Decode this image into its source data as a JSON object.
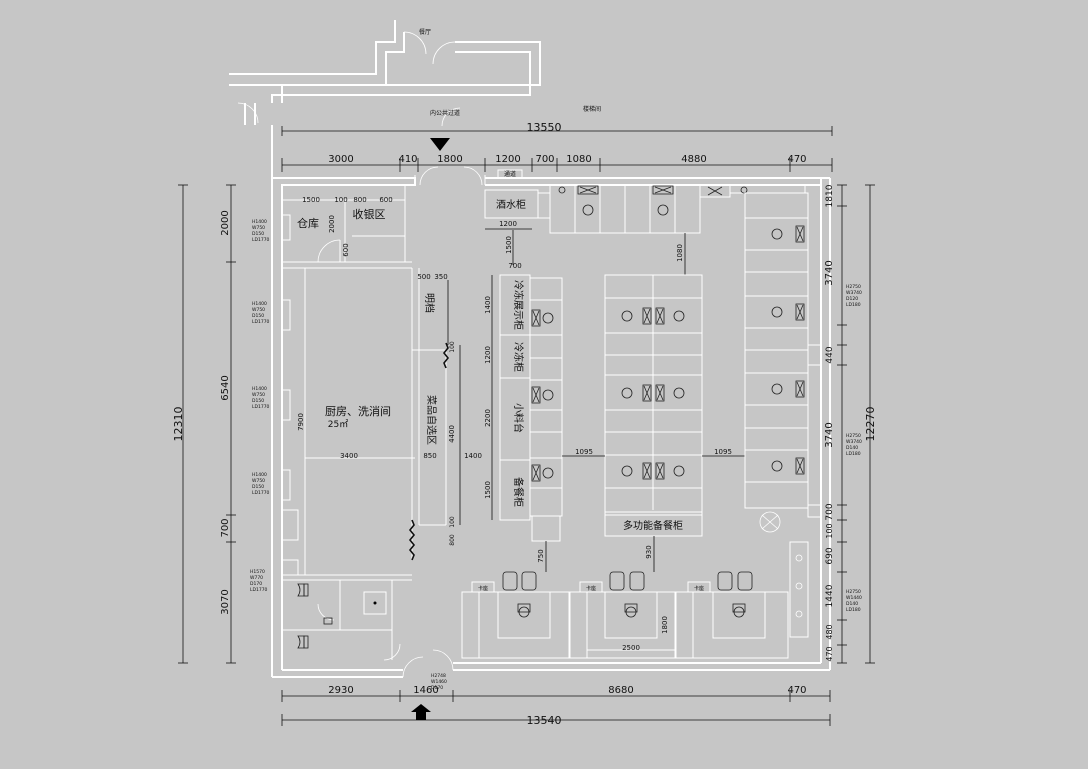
{
  "labels": {
    "top_shop": "餐厅",
    "corridor": "内公共过道",
    "stair": "楼梯间",
    "storage": "仓库",
    "cashier": "收银区",
    "kitchen": "厨房、洗消间",
    "kitchen_area": "25㎡",
    "bright_stall": "明档",
    "dish_select": "菜品自选区",
    "wine_cabinet": "酒水柜",
    "freezer_display": "冷冻展示柜",
    "freezer": "冷冻柜",
    "condiment": "小料台",
    "prep_cabinet": "备餐柜",
    "multi_cabinet": "多功能备餐柜",
    "pass": "通道"
  },
  "dims": {
    "top_total": "13550",
    "bottom_total": "13540",
    "top_segments": [
      "3000",
      "410",
      "1800",
      "1200",
      "700",
      "1080",
      "4880",
      "470"
    ],
    "bottom_segments": [
      "2930",
      "1460",
      "8680",
      "470"
    ],
    "left_total": "12310",
    "left_segments": [
      "2000",
      "6540",
      "700",
      "3070"
    ],
    "right_total": "12270",
    "right_segments": [
      "1810",
      "3740",
      "440",
      "3740",
      "700",
      "100",
      "690",
      "1440",
      "480",
      "470"
    ],
    "inner_top": [
      "1500",
      "100",
      "800",
      "600"
    ],
    "inner_kitchen_w": "3400",
    "inner_kitchen_h": "7900",
    "inner_850": "850",
    "inner_1400": "1400",
    "inner_4400": "4400",
    "inner_1095a": "1095",
    "inner_1095b": "1095",
    "inner_2500": "2500",
    "inner_1800": "1800",
    "inner_930": "930",
    "inner_750": "750",
    "inner_1080": "1080",
    "inner_1200": "1200",
    "inner_700": "700",
    "inner_1500": "1500",
    "inner_500": "500",
    "inner_350": "350",
    "inner_600": "600",
    "inner_2000": "2000",
    "inner_800": "800",
    "inner_100a": "100",
    "inner_100b": "100",
    "col_left": [
      "1400",
      "1200",
      "2200",
      "1500"
    ]
  },
  "window_notes": {
    "w1": [
      "H1400",
      "W750",
      "D150",
      "LD1770"
    ],
    "w2": [
      "H1400",
      "W750",
      "D150",
      "LD1770"
    ],
    "w3": [
      "H1400",
      "W750",
      "D150",
      "LD1770"
    ],
    "w4": [
      "H1400",
      "W750",
      "D150",
      "LD1770"
    ],
    "w5": [
      "H1570",
      "W770",
      "D170",
      "LD1770"
    ],
    "r1": [
      "H2750",
      "W3740",
      "D120",
      "LD180"
    ],
    "r2": [
      "H2750",
      "W3740",
      "D140",
      "LD180"
    ],
    "r3": [
      "H2750",
      "W1440",
      "D140",
      "LD180"
    ],
    "b1": [
      "H2748",
      "W1460",
      "D170"
    ]
  },
  "tags": {
    "booth": "卡座"
  }
}
